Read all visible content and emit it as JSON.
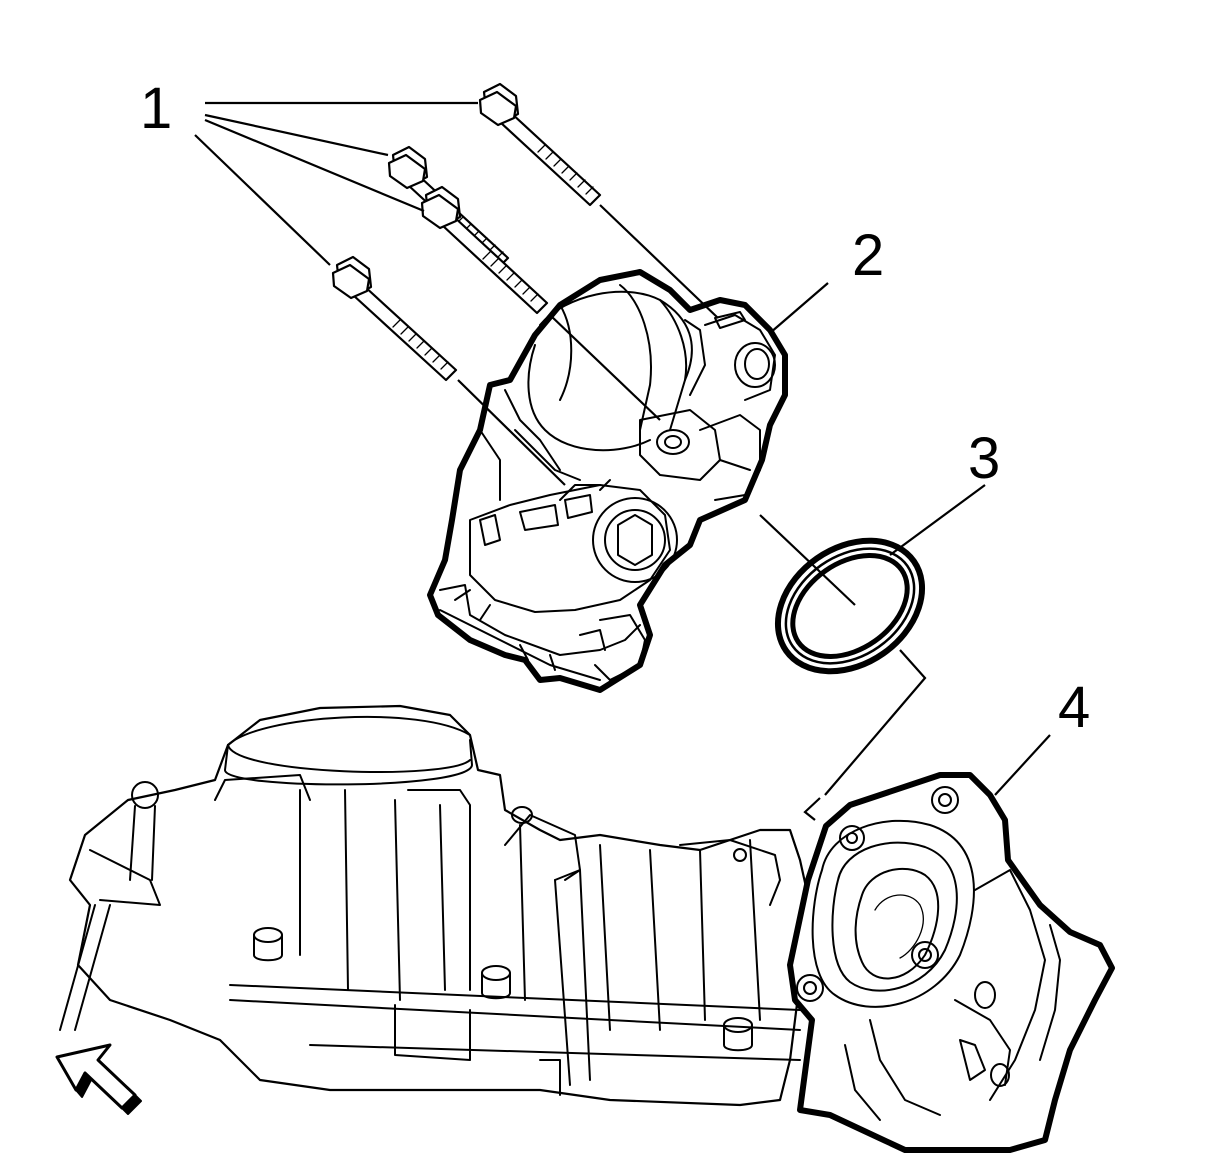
{
  "figure": {
    "callouts": [
      {
        "id": "1",
        "label": "1"
      },
      {
        "id": "2",
        "label": "2"
      },
      {
        "id": "3",
        "label": "3"
      },
      {
        "id": "4",
        "label": "4"
      }
    ],
    "icons": {
      "direction_arrow": "front-direction-arrow-icon"
    }
  }
}
